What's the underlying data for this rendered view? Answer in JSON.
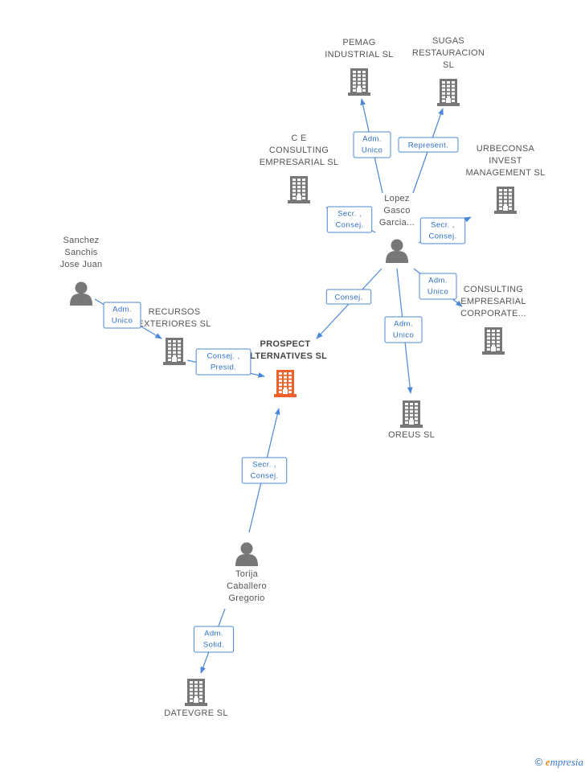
{
  "colors": {
    "edge": "#4a88d6",
    "company": "#777777",
    "company_main": "#f0602a",
    "person": "#777777"
  },
  "nodes": [
    {
      "id": "prospect",
      "type": "company",
      "main": true,
      "label": [
        "PROSPECT",
        "ALTERNATIVES SL"
      ],
      "icon": "building-icon"
    },
    {
      "id": "pemag",
      "type": "company",
      "label": [
        "PEMAG",
        "INDUSTRIAL SL"
      ],
      "icon": "building-icon"
    },
    {
      "id": "sugas",
      "type": "company",
      "label": [
        "SUGAS",
        "RESTAURACION",
        "SL"
      ],
      "icon": "building-icon"
    },
    {
      "id": "ce",
      "type": "company",
      "label": [
        "C E",
        "CONSULTING",
        "EMPRESARIAL SL"
      ],
      "icon": "building-icon"
    },
    {
      "id": "urbeconsa",
      "type": "company",
      "label": [
        "URBECONSA",
        "INVEST",
        "MANAGEMENT SL"
      ],
      "icon": "building-icon"
    },
    {
      "id": "consulting",
      "type": "company",
      "label": [
        "CONSULTING",
        "EMPRESARIAL",
        "CORPORATE..."
      ],
      "icon": "building-icon"
    },
    {
      "id": "recursos",
      "type": "company",
      "label": [
        "RECURSOS",
        "EXTERIORES SL"
      ],
      "icon": "building-icon"
    },
    {
      "id": "oreus",
      "type": "company",
      "label": [
        "OREUS SL"
      ],
      "icon": "building-icon"
    },
    {
      "id": "datevgre",
      "type": "company",
      "label": [
        "DATEVGRE SL"
      ],
      "icon": "building-icon"
    },
    {
      "id": "lopez",
      "type": "person",
      "label": [
        "Lopez",
        "Gasco",
        "Garcia..."
      ],
      "icon": "person-icon"
    },
    {
      "id": "sanchez",
      "type": "person",
      "label": [
        "Sanchez",
        "Sanchis",
        "Jose Juan"
      ],
      "icon": "person-icon"
    },
    {
      "id": "torija",
      "type": "person",
      "label": [
        "Torija",
        "Caballero",
        "Gregorio"
      ],
      "icon": "person-icon"
    }
  ],
  "edges": [
    {
      "from": "lopez",
      "to": "pemag",
      "badge": [
        "Adm.",
        "Unico"
      ]
    },
    {
      "from": "lopez",
      "to": "sugas",
      "badge": [
        "Represent."
      ]
    },
    {
      "from": "lopez",
      "to": "ce",
      "badge": [
        "Secr. ,",
        "Consej."
      ]
    },
    {
      "from": "lopez",
      "to": "urbeconsa",
      "badge": [
        "Secr. ,",
        "Consej."
      ]
    },
    {
      "from": "lopez",
      "to": "consulting",
      "badge": [
        "Adm.",
        "Unico"
      ]
    },
    {
      "from": "lopez",
      "to": "prospect",
      "badge": [
        "Consej."
      ]
    },
    {
      "from": "lopez",
      "to": "oreus",
      "badge": [
        "Adm.",
        "Unico"
      ]
    },
    {
      "from": "sanchez",
      "to": "recursos",
      "badge": [
        "Adm.",
        "Unico"
      ]
    },
    {
      "from": "recursos",
      "to": "prospect",
      "badge": [
        "Consej. ,",
        "Presid."
      ]
    },
    {
      "from": "torija",
      "to": "prospect",
      "badge": [
        "Secr. ,",
        "Consej."
      ]
    },
    {
      "from": "torija",
      "to": "datevgre",
      "badge": [
        "Adm.",
        "Solid."
      ]
    }
  ],
  "footer": {
    "copyright": "©",
    "brand_e": "e",
    "brand_rest": "mpresia"
  }
}
